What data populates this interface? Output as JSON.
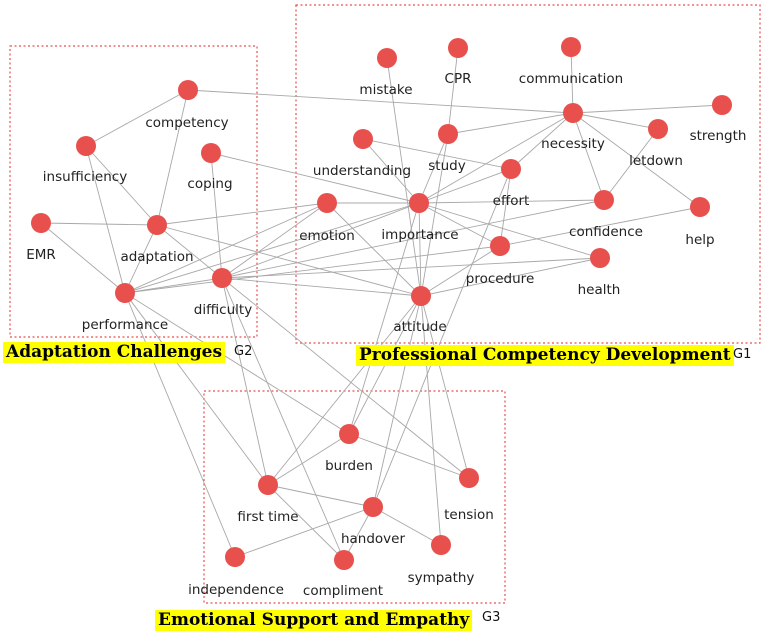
{
  "groups": [
    {
      "id": "G1",
      "title": "Professional Competency Development",
      "code": "G1"
    },
    {
      "id": "G2",
      "title": "Adaptation Challenges",
      "code": "G2"
    },
    {
      "id": "G3",
      "title": "Emotional Support and Empathy",
      "code": "G3"
    }
  ],
  "nodes": [
    {
      "id": "mistake",
      "label": "mistake",
      "group": "G1"
    },
    {
      "id": "cpr",
      "label": "CPR",
      "group": "G1"
    },
    {
      "id": "communication",
      "label": "communication",
      "group": "G1"
    },
    {
      "id": "necessity",
      "label": "necessity",
      "group": "G1"
    },
    {
      "id": "strength",
      "label": "strength",
      "group": "G1"
    },
    {
      "id": "letdown",
      "label": "letdown",
      "group": "G1"
    },
    {
      "id": "understanding",
      "label": "understanding",
      "group": "G1"
    },
    {
      "id": "study",
      "label": "study",
      "group": "G1"
    },
    {
      "id": "effort",
      "label": "effort",
      "group": "G1"
    },
    {
      "id": "emotion",
      "label": "emotion",
      "group": "G1"
    },
    {
      "id": "importance",
      "label": "importance",
      "group": "G1"
    },
    {
      "id": "confidence",
      "label": "confidence",
      "group": "G1"
    },
    {
      "id": "help",
      "label": "help",
      "group": "G1"
    },
    {
      "id": "procedure",
      "label": "procedure",
      "group": "G1"
    },
    {
      "id": "health",
      "label": "health",
      "group": "G1"
    },
    {
      "id": "attitude",
      "label": "attitude",
      "group": "G1"
    },
    {
      "id": "competency",
      "label": "competency",
      "group": "G2"
    },
    {
      "id": "insufficiency",
      "label": "insufficiency",
      "group": "G2"
    },
    {
      "id": "coping",
      "label": "coping",
      "group": "G2"
    },
    {
      "id": "emr",
      "label": "EMR",
      "group": "G2"
    },
    {
      "id": "adaptation",
      "label": "adaptation",
      "group": "G2"
    },
    {
      "id": "difficulty",
      "label": "difficulty",
      "group": "G2"
    },
    {
      "id": "performance",
      "label": "performance",
      "group": "G2"
    },
    {
      "id": "burden",
      "label": "burden",
      "group": "G3"
    },
    {
      "id": "first_time",
      "label": "first time",
      "group": "G3"
    },
    {
      "id": "handover",
      "label": "handover",
      "group": "G3"
    },
    {
      "id": "tension",
      "label": "tension",
      "group": "G3"
    },
    {
      "id": "independence",
      "label": "independence",
      "group": "G3"
    },
    {
      "id": "compliment",
      "label": "compliment",
      "group": "G3"
    },
    {
      "id": "sympathy",
      "label": "sympathy",
      "group": "G3"
    }
  ],
  "edges": [
    [
      "competency",
      "necessity"
    ],
    [
      "competency",
      "insufficiency"
    ],
    [
      "mistake",
      "attitude"
    ],
    [
      "cpr",
      "study"
    ],
    [
      "communication",
      "necessity"
    ],
    [
      "necessity",
      "strength"
    ],
    [
      "necessity",
      "letdown"
    ],
    [
      "necessity",
      "help"
    ],
    [
      "necessity",
      "confidence"
    ],
    [
      "necessity",
      "effort"
    ],
    [
      "necessity",
      "study"
    ],
    [
      "necessity",
      "importance"
    ],
    [
      "letdown",
      "confidence"
    ],
    [
      "understanding",
      "importance"
    ],
    [
      "understanding",
      "effort"
    ],
    [
      "study",
      "importance"
    ],
    [
      "study",
      "attitude"
    ],
    [
      "effort",
      "importance"
    ],
    [
      "effort",
      "procedure"
    ],
    [
      "effort",
      "handover"
    ],
    [
      "importance",
      "emotion"
    ],
    [
      "importance",
      "confidence"
    ],
    [
      "importance",
      "health"
    ],
    [
      "importance",
      "procedure"
    ],
    [
      "importance",
      "difficulty"
    ],
    [
      "importance",
      "performance"
    ],
    [
      "importance",
      "attitude"
    ],
    [
      "importance",
      "burden"
    ],
    [
      "confidence",
      "difficulty"
    ],
    [
      "help",
      "procedure"
    ],
    [
      "procedure",
      "performance"
    ],
    [
      "procedure",
      "attitude"
    ],
    [
      "health",
      "attitude"
    ],
    [
      "health",
      "difficulty"
    ],
    [
      "attitude",
      "adaptation"
    ],
    [
      "attitude",
      "difficulty"
    ],
    [
      "attitude",
      "emotion"
    ],
    [
      "attitude",
      "handover"
    ],
    [
      "attitude",
      "tension"
    ],
    [
      "attitude",
      "sympathy"
    ],
    [
      "attitude",
      "first_time"
    ],
    [
      "attitude",
      "burden"
    ],
    [
      "coping",
      "difficulty"
    ],
    [
      "coping",
      "importance"
    ],
    [
      "emr",
      "adaptation"
    ],
    [
      "emr",
      "performance"
    ],
    [
      "adaptation",
      "emotion"
    ],
    [
      "adaptation",
      "insufficiency"
    ],
    [
      "adaptation",
      "competency"
    ],
    [
      "adaptation",
      "performance"
    ],
    [
      "adaptation",
      "difficulty"
    ],
    [
      "difficulty",
      "performance"
    ],
    [
      "difficulty",
      "emotion"
    ],
    [
      "difficulty",
      "first_time"
    ],
    [
      "difficulty",
      "compliment"
    ],
    [
      "difficulty",
      "tension"
    ],
    [
      "performance",
      "first_time"
    ],
    [
      "performance",
      "burden"
    ],
    [
      "performance",
      "independence"
    ],
    [
      "performance",
      "emotion"
    ],
    [
      "insufficiency",
      "performance"
    ],
    [
      "burden",
      "tension"
    ],
    [
      "burden",
      "first_time"
    ],
    [
      "first_time",
      "handover"
    ],
    [
      "first_time",
      "compliment"
    ],
    [
      "handover",
      "independence"
    ],
    [
      "handover",
      "sympathy"
    ],
    [
      "handover",
      "compliment"
    ]
  ]
}
